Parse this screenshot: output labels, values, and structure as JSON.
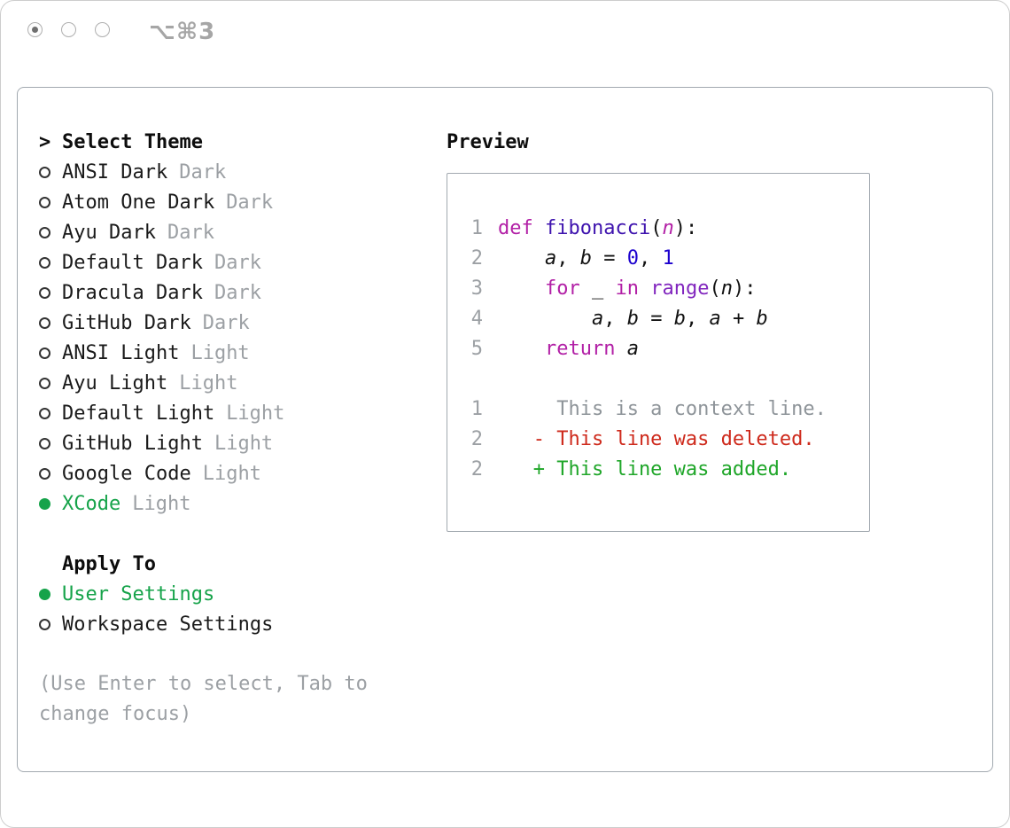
{
  "window": {
    "shortcut": "⌥⌘3"
  },
  "colors": {
    "ui_green": "#16a34a",
    "muted": "#9ca0a4",
    "panel_border": "#a2a9b0",
    "keyword": "#b220a6",
    "function_name": "#3e13ae",
    "builtin": "#8125be",
    "number": "#1c01ce",
    "deleted": "#ce2a1c",
    "added": "#1fa629",
    "context": "#8e9499"
  },
  "theme_selector": {
    "prompt_char": ">",
    "title": "Select Theme",
    "items": [
      {
        "name": "ANSI Dark",
        "variant": "Dark",
        "selected": false
      },
      {
        "name": "Atom One Dark",
        "variant": "Dark",
        "selected": false
      },
      {
        "name": "Ayu Dark",
        "variant": "Dark",
        "selected": false
      },
      {
        "name": "Default Dark",
        "variant": "Dark",
        "selected": false
      },
      {
        "name": "Dracula Dark",
        "variant": "Dark",
        "selected": false
      },
      {
        "name": "GitHub Dark",
        "variant": "Dark",
        "selected": false
      },
      {
        "name": "ANSI Light",
        "variant": "Light",
        "selected": false
      },
      {
        "name": "Ayu Light",
        "variant": "Light",
        "selected": false
      },
      {
        "name": "Default Light",
        "variant": "Light",
        "selected": false
      },
      {
        "name": "GitHub Light",
        "variant": "Light",
        "selected": false
      },
      {
        "name": "Google Code",
        "variant": "Light",
        "selected": false
      },
      {
        "name": "XCode",
        "variant": "Light",
        "selected": true
      }
    ]
  },
  "apply_to": {
    "title": "Apply To",
    "options": [
      {
        "label": "User Settings",
        "selected": true
      },
      {
        "label": "Workspace Settings",
        "selected": false
      }
    ]
  },
  "hint": "(Use Enter to select, Tab to change focus)",
  "preview": {
    "title": "Preview",
    "code": [
      {
        "num": "1",
        "tokens": [
          {
            "t": "def",
            "c": "kw"
          },
          {
            "t": " "
          },
          {
            "t": "fibonacci",
            "c": "fn"
          },
          {
            "t": "("
          },
          {
            "t": "n",
            "c": "kw",
            "i": true
          },
          {
            "t": "):"
          }
        ]
      },
      {
        "num": "2",
        "tokens": [
          {
            "t": "    "
          },
          {
            "t": "a",
            "i": true
          },
          {
            "t": ", "
          },
          {
            "t": "b",
            "i": true
          },
          {
            "t": " = "
          },
          {
            "t": "0",
            "c": "num"
          },
          {
            "t": ", "
          },
          {
            "t": "1",
            "c": "num"
          }
        ]
      },
      {
        "num": "3",
        "tokens": [
          {
            "t": "    "
          },
          {
            "t": "for",
            "c": "kw"
          },
          {
            "t": " _ "
          },
          {
            "t": "in",
            "c": "kw"
          },
          {
            "t": " "
          },
          {
            "t": "range",
            "c": "bi"
          },
          {
            "t": "("
          },
          {
            "t": "n",
            "i": true
          },
          {
            "t": "):"
          }
        ]
      },
      {
        "num": "4",
        "tokens": [
          {
            "t": "        "
          },
          {
            "t": "a",
            "i": true
          },
          {
            "t": ", "
          },
          {
            "t": "b",
            "i": true
          },
          {
            "t": " = "
          },
          {
            "t": "b",
            "i": true
          },
          {
            "t": ", "
          },
          {
            "t": "a",
            "i": true
          },
          {
            "t": " + "
          },
          {
            "t": "b",
            "i": true
          }
        ]
      },
      {
        "num": "5",
        "tokens": [
          {
            "t": "    "
          },
          {
            "t": "return",
            "c": "kw"
          },
          {
            "t": " "
          },
          {
            "t": "a",
            "i": true
          }
        ]
      }
    ],
    "diff": [
      {
        "num": "1",
        "sign": "",
        "text": "This is a context line.",
        "type": "context"
      },
      {
        "num": "2",
        "sign": "-",
        "text": "This line was deleted.",
        "type": "deleted"
      },
      {
        "num": "2",
        "sign": "+",
        "text": "This line was added.",
        "type": "added"
      }
    ]
  }
}
